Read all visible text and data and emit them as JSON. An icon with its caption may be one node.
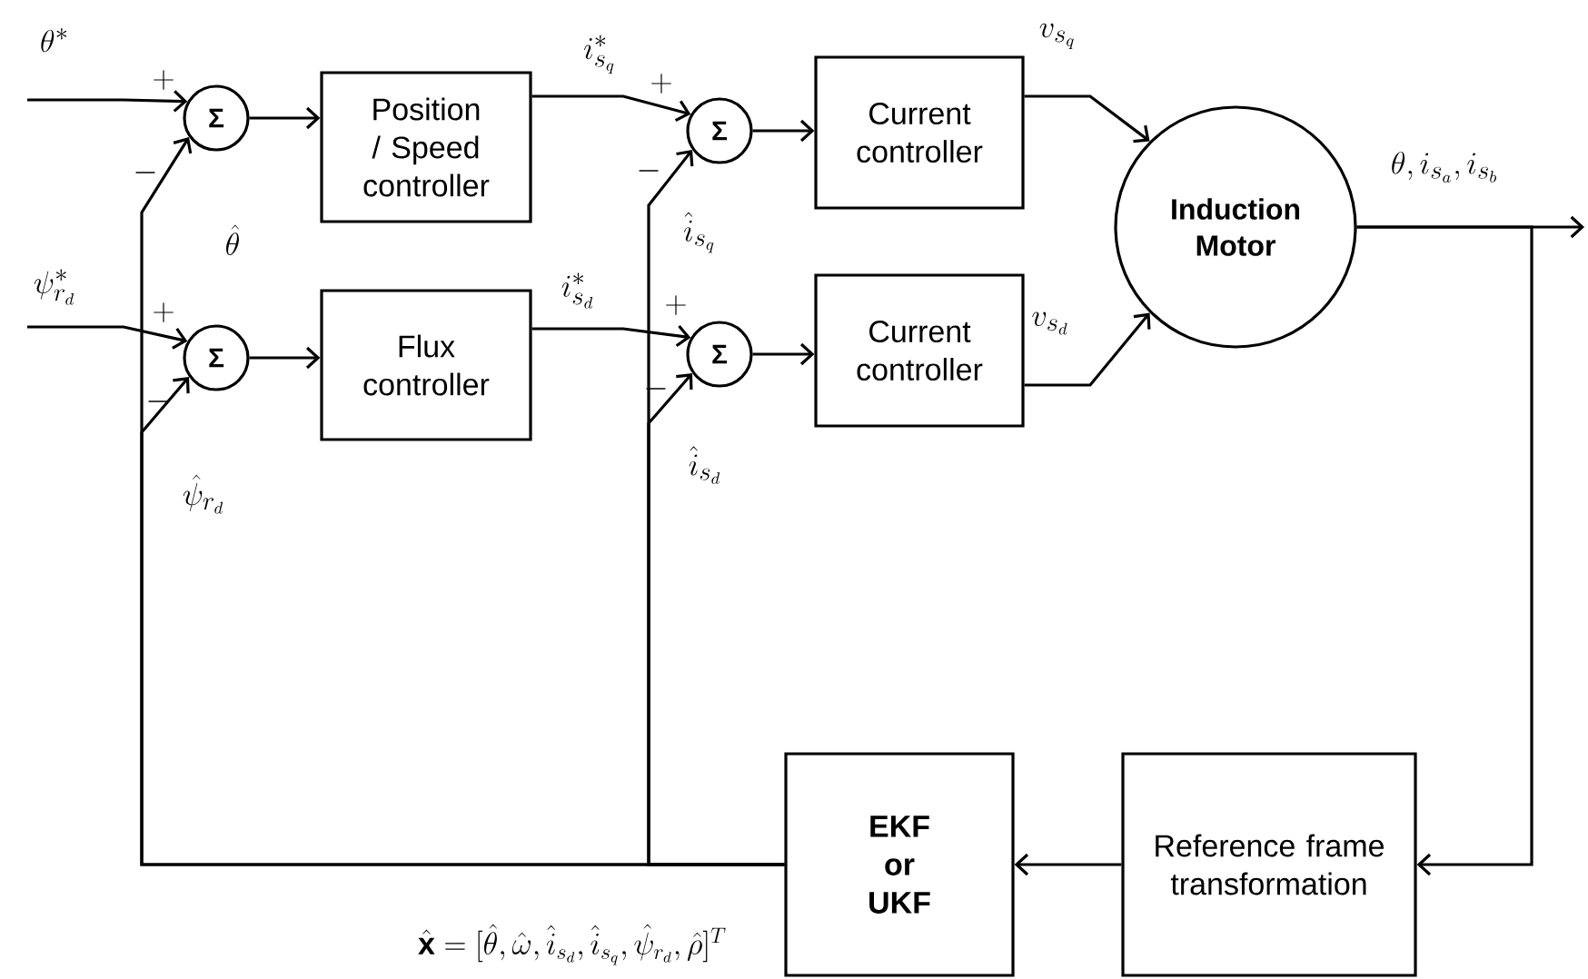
{
  "diagram": {
    "nodes": [
      {
        "text": [
          "Σ"
        ]
      },
      {
        "text": [
          "Position / Speed controller"
        ]
      },
      {
        "text": [
          "Σ"
        ]
      },
      {
        "text": [
          "Flux controller"
        ]
      },
      {
        "text": [
          "Σ"
        ]
      },
      {
        "text": [
          "Current controller"
        ]
      },
      {
        "text": [
          "Σ"
        ]
      },
      {
        "text": [
          "Current controller"
        ]
      },
      {
        "text": [
          "Induction Motor"
        ]
      },
      {
        "text": [
          "EKF or UKF"
        ]
      },
      {
        "text": [
          "Reference frame transformation"
        ]
      }
    ],
    "edges": [
      {
        "from": null,
        "to": 0,
        "arrow": "to",
        "label": "\\theta^{*}"
      },
      {
        "from": 0,
        "to": 1,
        "arrow": "to"
      },
      {
        "from": null,
        "to": 2,
        "arrow": "to",
        "label": "\\psi^{*}_{r_d}"
      },
      {
        "from": 2,
        "to": 3,
        "arrow": "to"
      },
      {
        "from": 1,
        "to": 4,
        "arrow": "to",
        "label": "i^{*}_{s_q}"
      },
      {
        "from": 4,
        "to": 5,
        "arrow": "to"
      },
      {
        "from": 3,
        "to": 6,
        "arrow": "to",
        "label": "i^{*}_{s_d}"
      },
      {
        "from": 6,
        "to": 7,
        "arrow": "to"
      },
      {
        "from": 5,
        "to": 8,
        "arrow": "to",
        "label": "v_{s_q}"
      },
      {
        "from": 7,
        "to": 8,
        "arrow": "to",
        "label": "v_{s_d}"
      },
      {
        "from": 8,
        "to": null,
        "arrow": "to",
        "label": "\\theta, i_{s_a}, i_{s_b}"
      },
      {
        "from": 8,
        "to": 10,
        "arrow": "to"
      },
      {
        "from": 10,
        "to": 9,
        "arrow": "to"
      },
      {
        "from": 9,
        "to": 0,
        "arrow": "to",
        "label": "\\hat{\\theta}"
      },
      {
        "from": 9,
        "to": 2,
        "arrow": "to",
        "label": "\\hat{\\psi}_{r_d}"
      },
      {
        "from": 9,
        "to": 4,
        "arrow": "to",
        "label": "\\hat{i}_{s_q}"
      },
      {
        "from": 9,
        "to": 6,
        "arrow": "to",
        "label": "\\hat{i}_{s_d}"
      }
    ],
    "labels": [
      "+",
      "-",
      "+",
      "-",
      "+",
      "-",
      "+",
      "-",
      "\\hat{\\mathbf{x}} = [\\hat{\\theta}, \\hat{\\omega}, \\hat{i}_{s_d}, \\hat{i}_{s_q}, \\hat{\\psi}_{r_d}, \\hat{\\rho}]^{T}"
    ]
  }
}
